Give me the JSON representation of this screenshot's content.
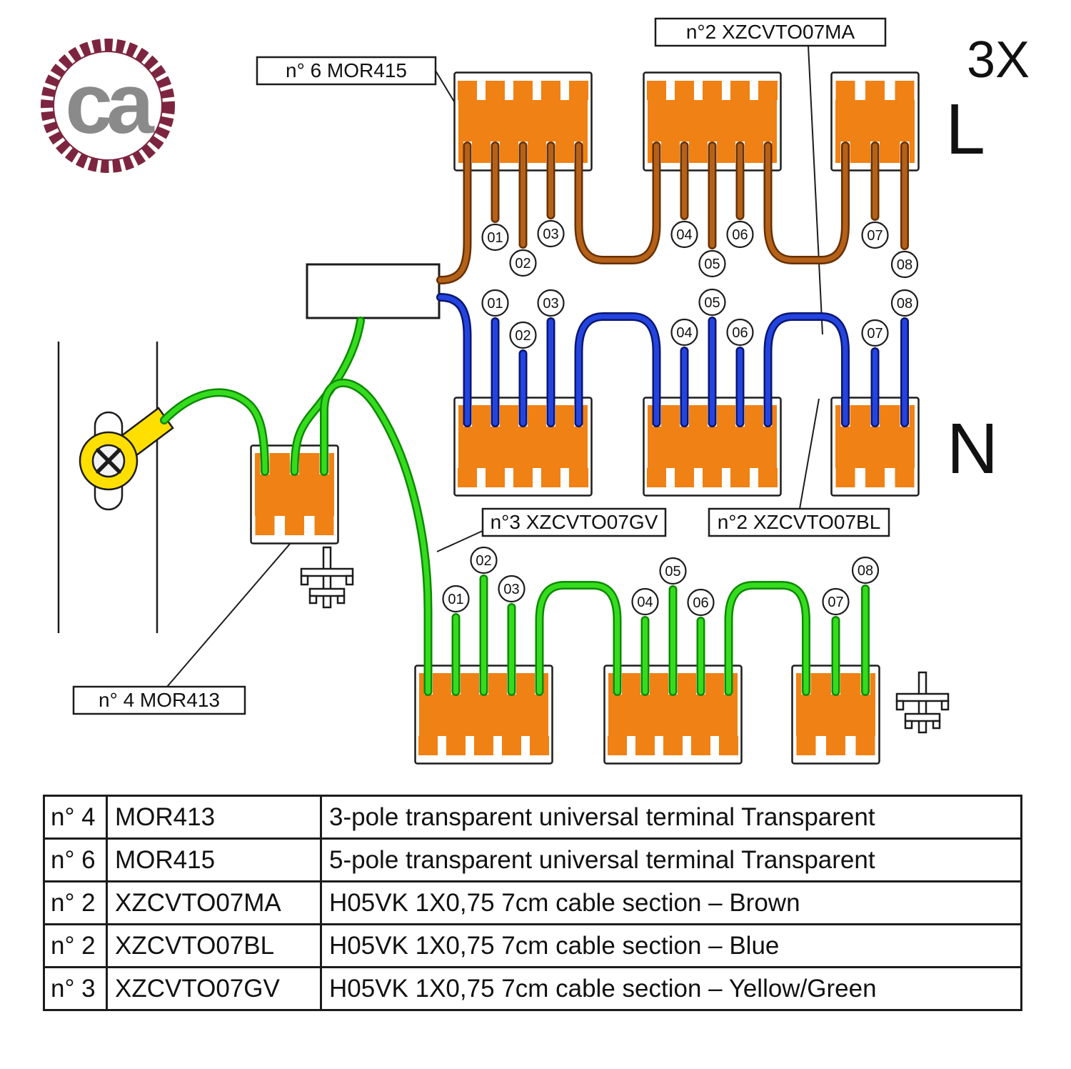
{
  "logo": {
    "text": "ca"
  },
  "annotations": {
    "multiplier": "3X",
    "line_label": "L",
    "neutral_label": "N"
  },
  "callouts": {
    "mor415": "n° 6 MOR415",
    "xzcvto07ma": "n°2 XZCVTO07MA",
    "xzcvto07gv": "n°3 XZCVTO07GV",
    "xzcvto07bl": "n°2 XZCVTO07BL",
    "mor413": "n° 4  MOR413"
  },
  "wire_positions": [
    "01",
    "02",
    "03",
    "04",
    "05",
    "06",
    "07",
    "08"
  ],
  "colors": {
    "connector_orange": "#f08114",
    "wire_brown": "#b4611a",
    "wire_brown_dark": "#683000",
    "wire_blue": "#2444e0",
    "wire_blue_dark": "#0a1670",
    "wire_green": "#35dc1e",
    "wire_green_dark": "#0c8a00",
    "lug_yellow": "#ffdf00",
    "logo_maroon": "#7d2540",
    "logo_gray": "#8a8a8a",
    "line_black": "#1c1c1c"
  },
  "table": {
    "rows": [
      {
        "qty": "n° 4",
        "code": "MOR413",
        "desc": "3-pole transparent universal terminal Transparent"
      },
      {
        "qty": "n° 6",
        "code": "MOR415",
        "desc": "5-pole transparent universal terminal Transparent"
      },
      {
        "qty": "n° 2",
        "code": "XZCVTO07MA",
        "desc": "H05VK 1X0,75 7cm cable section – Brown"
      },
      {
        "qty": "n° 2",
        "code": "XZCVTO07BL",
        "desc": "H05VK 1X0,75 7cm cable section – Blue"
      },
      {
        "qty": "n° 3",
        "code": "XZCVTO07GV",
        "desc": "H05VK 1X0,75 7cm cable section – Yellow/Green"
      }
    ]
  }
}
